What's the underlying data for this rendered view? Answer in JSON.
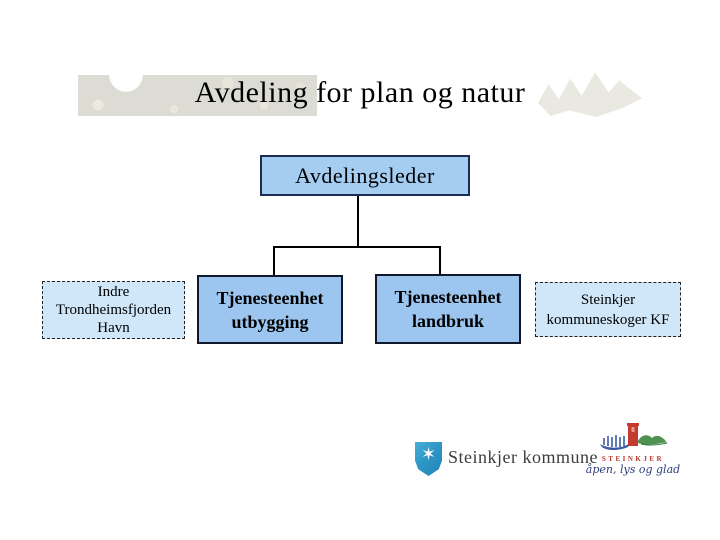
{
  "slide": {
    "title": "Avdeling for plan og natur"
  },
  "org_chart": {
    "leader": {
      "label": "Avdelingsleder"
    },
    "children": [
      {
        "id": "indre-trondheimsfjorden-havn",
        "box_style": "dashed",
        "lines": [
          "Indre",
          "Trondheimsfjorden",
          "Havn"
        ]
      },
      {
        "id": "tjenesteenhet-utbygging",
        "box_style": "solid",
        "lines": [
          "Tjenesteenhet",
          "utbygging"
        ]
      },
      {
        "id": "tjenesteenhet-landbruk",
        "box_style": "solid",
        "lines": [
          "Tjenesteenhet",
          "landbruk"
        ]
      },
      {
        "id": "steinkjer-kommuneskoger-kf",
        "box_style": "dashed",
        "lines": [
          "Steinkjer",
          "kommuneskoger KF"
        ]
      }
    ]
  },
  "footer": {
    "municipality_name": "Steinkjer kommune",
    "logo_wordmark": "STEINKJER",
    "logo_slogan": "åpen, lys og glad"
  },
  "icons": {
    "shield_star": "✶"
  },
  "colors": {
    "leader_box_fill": "#a5cdf2",
    "solid_box_fill": "#9cc6ef",
    "dashed_box_fill": "#cfe7f9",
    "box_border_dark": "#10182b",
    "connector": "#000000",
    "watermark_gray": "#dcdcd5",
    "shield_blue": "#2e97c8",
    "logo_red": "#c0392b",
    "logo_green": "#4f9150",
    "logo_ship_blue": "#3b5ba5",
    "slogan_navy": "#2c3e7a",
    "kommune_text": "#3d3d3d"
  }
}
